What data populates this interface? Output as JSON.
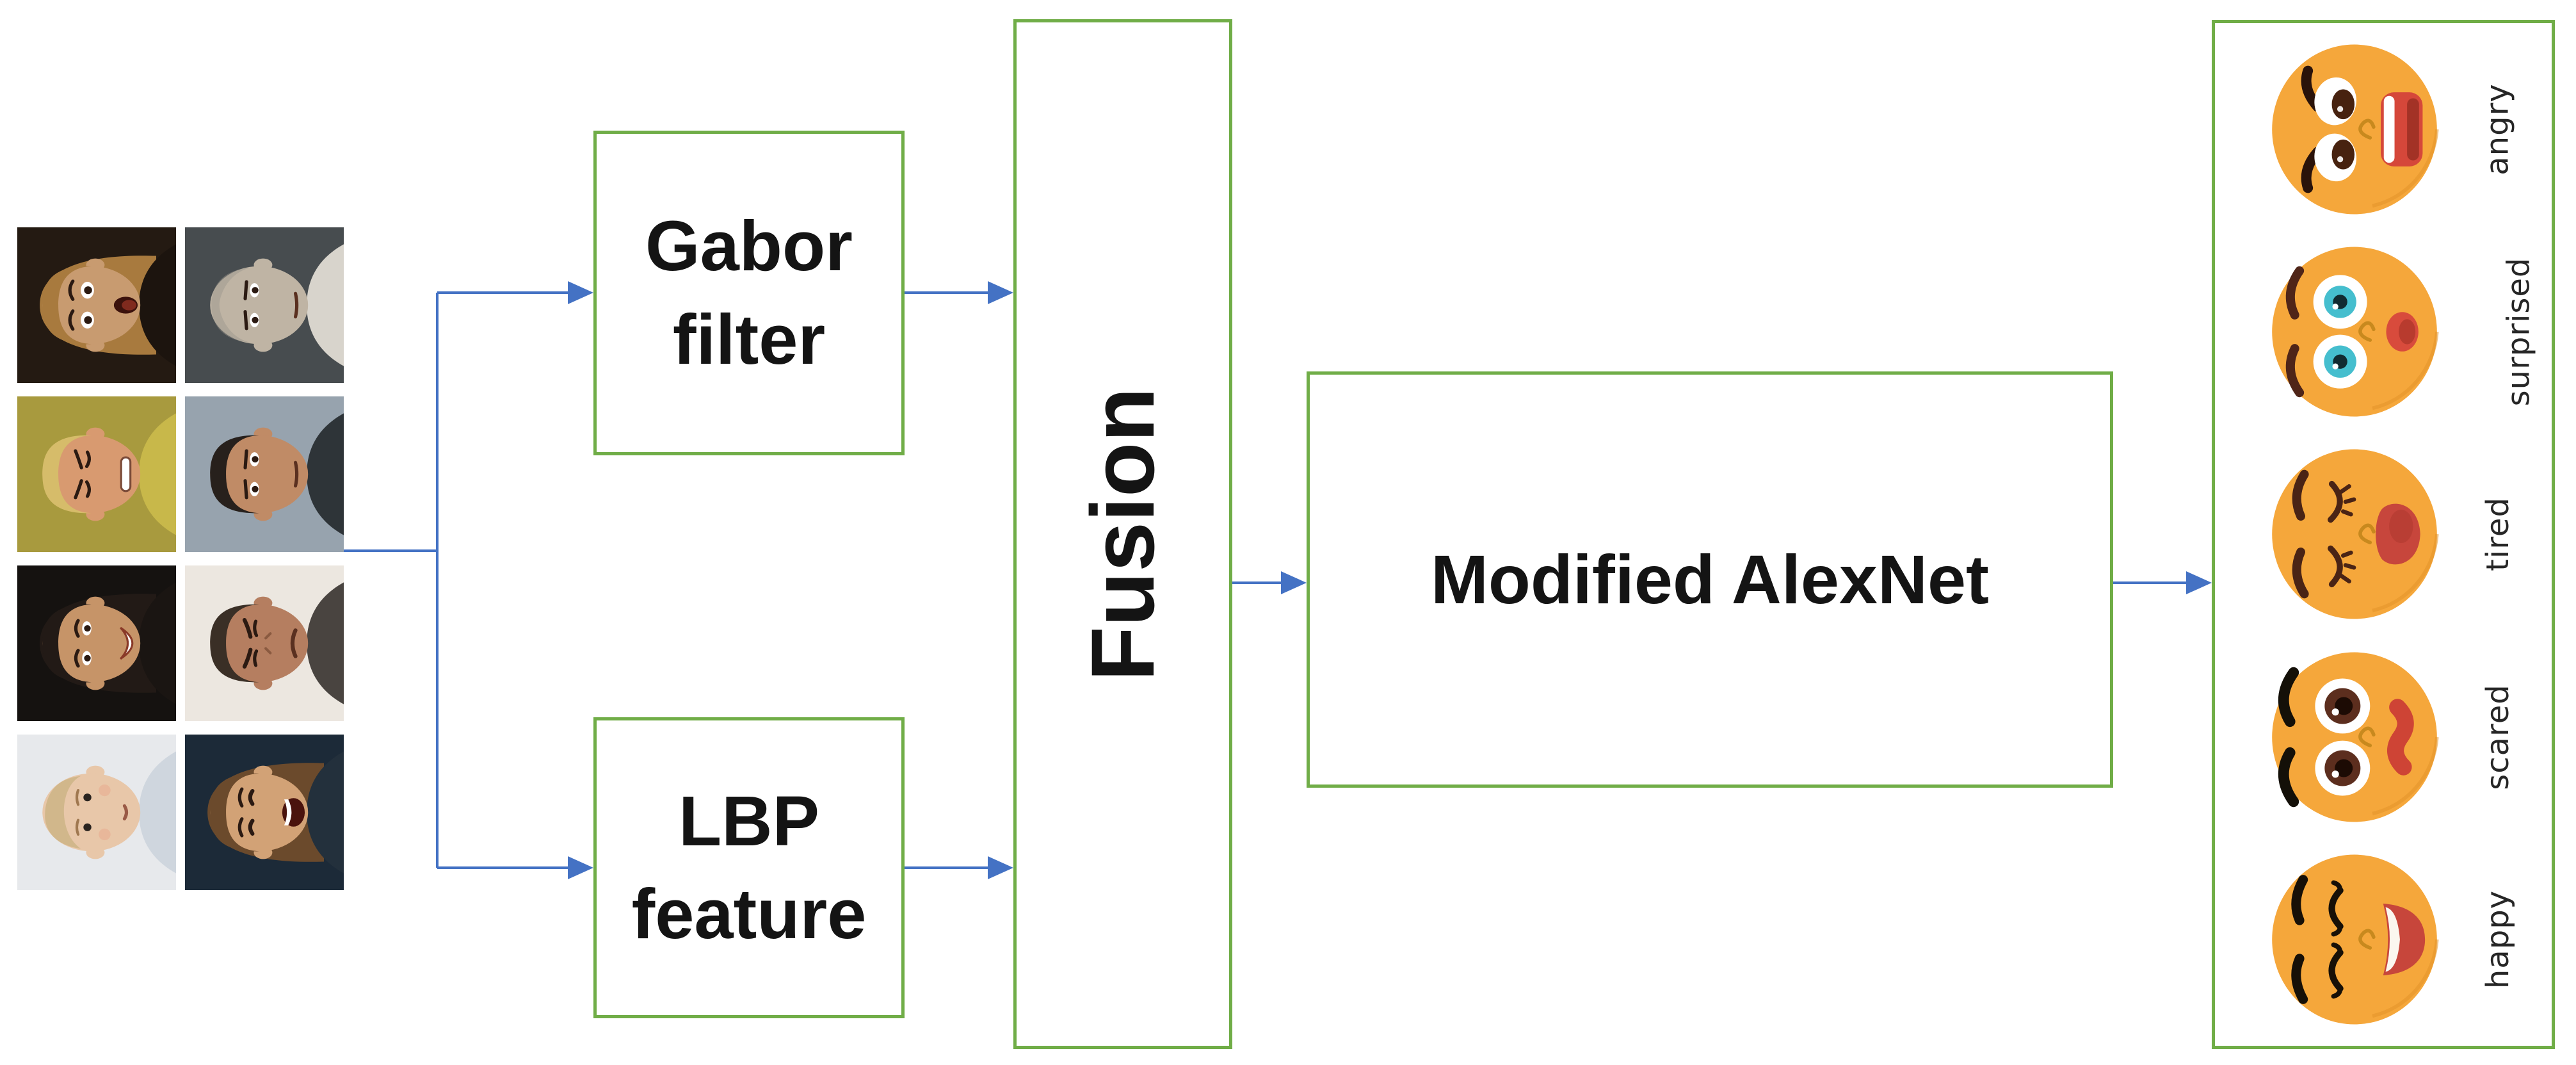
{
  "colors": {
    "box_border_green": "#70AD47",
    "arrow_blue": "#4472C4",
    "emoji_yellow": "#F5A73B",
    "emoji_mouth_red": "#D5473A",
    "label_ink": "#141414"
  },
  "input_grid": {
    "description": "eight rotated example face photographs, 2 columns x 4 rows",
    "photos": [
      {
        "alt": "shocked blonde woman",
        "bg": "#241a12",
        "skin": "#c89b70",
        "hair": "#a87a3e",
        "shirt": "#1c140e",
        "hairStyle": "long",
        "expression": "shock"
      },
      {
        "alt": "stern bald older man",
        "bg": "#474c4f",
        "skin": "#bfb4a4",
        "hair": "#9a958c",
        "shirt": "#d8d4cc",
        "hairStyle": "bald",
        "expression": "stern"
      },
      {
        "alt": "grimacing blond child",
        "bg": "#a89a3e",
        "skin": "#d89a70",
        "hair": "#d6bc6a",
        "shirt": "#c8b84a",
        "hairStyle": "short",
        "expression": "grimace"
      },
      {
        "alt": "serious man with dark hair",
        "bg": "#97a3ae",
        "skin": "#c08b66",
        "hair": "#27201c",
        "shirt": "#2e3438",
        "hairStyle": "short",
        "expression": "stern"
      },
      {
        "alt": "smiling woman with dark hair",
        "bg": "#151210",
        "skin": "#c69468",
        "hair": "#221a16",
        "shirt": "#1a1512",
        "hairStyle": "long",
        "expression": "smile"
      },
      {
        "alt": "man with scrunched face",
        "bg": "#ece7e0",
        "skin": "#b57e60",
        "hair": "#3a2f26",
        "shirt": "#494440",
        "hairStyle": "short",
        "expression": "scrunch"
      },
      {
        "alt": "pale toddler",
        "bg": "#e7e9ec",
        "skin": "#e8c7a9",
        "hair": "#c9b282",
        "shirt": "#cfd6de",
        "hairStyle": "wisp",
        "expression": "baby"
      },
      {
        "alt": "laughing woman",
        "bg": "#1c2a38",
        "skin": "#d2a276",
        "hair": "#6b4a2c",
        "shirt": "#23303c",
        "hairStyle": "long",
        "expression": "laugh"
      }
    ]
  },
  "pipeline": {
    "gabor": {
      "line1": "Gabor",
      "line2": "filter"
    },
    "lbp": {
      "line1": "LBP",
      "line2": "feature"
    },
    "fusion": {
      "label": "Fusion"
    },
    "alexnet": {
      "label": "Modified AlexNet"
    }
  },
  "outputs": {
    "emotions": [
      {
        "label": "angry"
      },
      {
        "label": "surprised"
      },
      {
        "label": "tired"
      },
      {
        "label": "scared"
      },
      {
        "label": "happy"
      }
    ]
  }
}
